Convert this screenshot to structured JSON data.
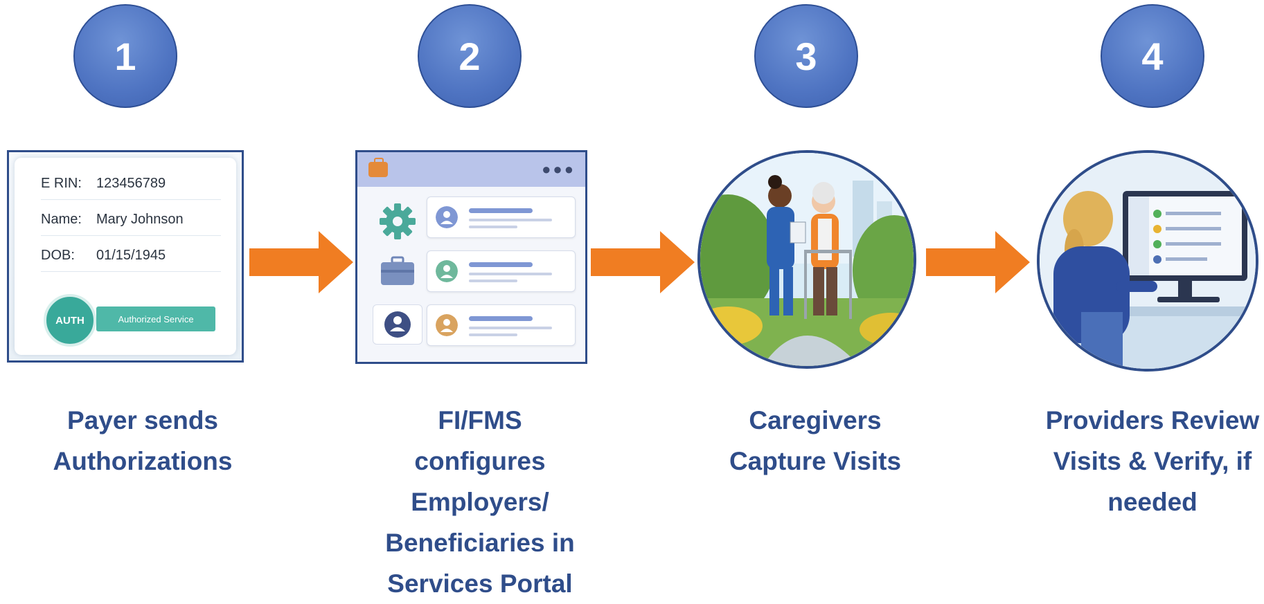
{
  "steps": [
    {
      "number": "1",
      "caption": [
        "Payer sends",
        "Authorizations"
      ]
    },
    {
      "number": "2",
      "caption": [
        "FI/FMS",
        "configures",
        "Employers/",
        "Beneficiaries in",
        "Services Portal"
      ]
    },
    {
      "number": "3",
      "caption": [
        "Caregivers",
        "Capture Visits"
      ]
    },
    {
      "number": "4",
      "caption": [
        "Providers Review",
        "Visits & Verify, if",
        "needed"
      ]
    }
  ],
  "auth_card": {
    "rows": [
      {
        "key": "E RIN:",
        "value": "123456789"
      },
      {
        "key": "Name:",
        "value": "Mary Johnson"
      },
      {
        "key": "DOB:",
        "value": "01/15/1945"
      }
    ],
    "badge": "AUTH",
    "badge_label": "Authorized Service"
  },
  "colors": {
    "accent": "#2f4d8a",
    "number_circle": "#4f74c2",
    "arrow": "#f07d22",
    "teal": "#39a99a"
  }
}
